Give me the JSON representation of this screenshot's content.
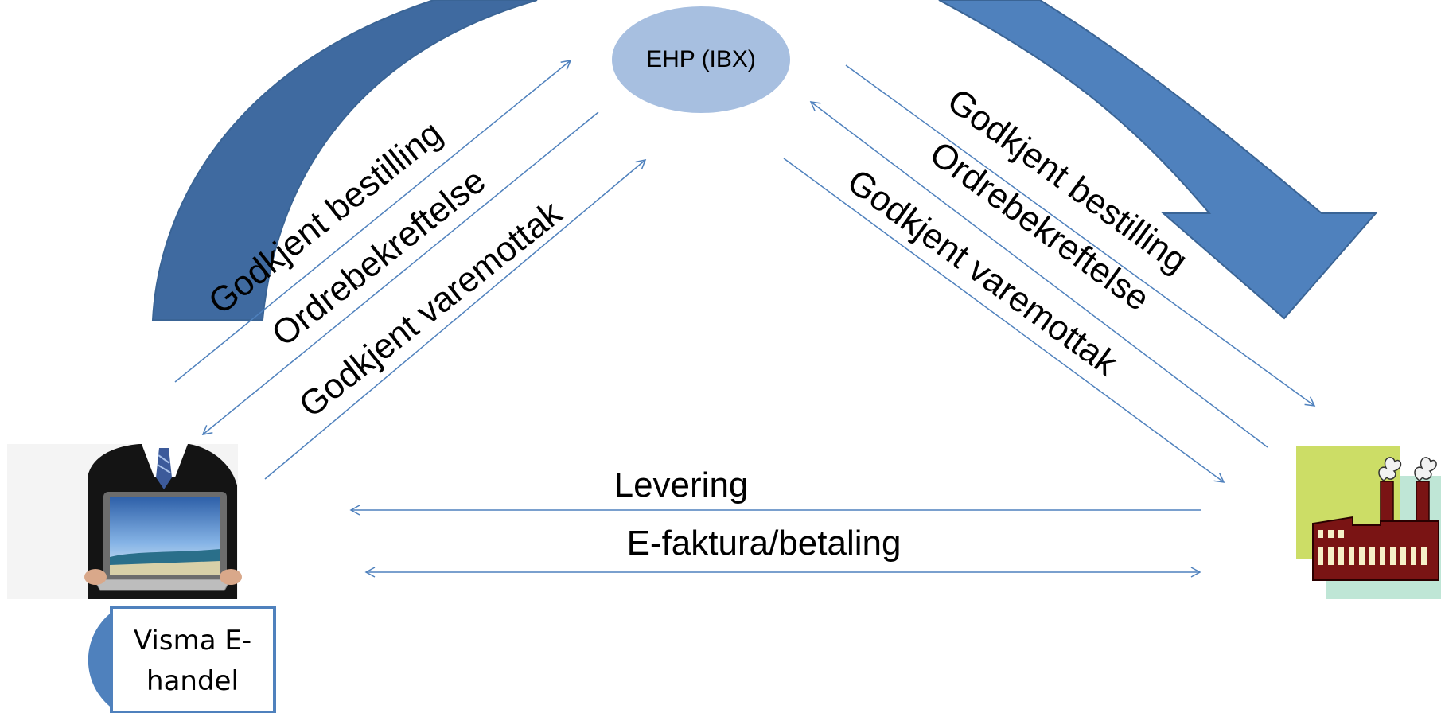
{
  "colors": {
    "arc_fill": "#4f81bd",
    "arc_stroke": "#3a6495",
    "arc_left_fill": "#3f6aa0",
    "flow_line": "#4f81bd",
    "node_fill": "#a7bfe0",
    "box_border": "#4f81bd",
    "factory_bg": "#ccdd66",
    "factory_shadow": "#bfe6d6",
    "factory_body": "#7a1414",
    "laptop_screen": "#4f8fd0"
  },
  "icons": {
    "user": "businessman-with-laptop-photo",
    "supplier": "factory-icon"
  },
  "diagram": {
    "hub": {
      "label": "EHP (IBX)"
    },
    "buyer": {
      "label_line1": "Visma E-",
      "label_line2": "handel"
    },
    "left_flows": {
      "approved_order": "Godkjent bestilling",
      "order_confirmation": "Ordrebekreftelse",
      "goods_receipt": "Godkjent varemottak"
    },
    "right_flows": {
      "approved_order": "Godkjent bestilling",
      "order_confirmation": "Ordrebekreftelse",
      "goods_receipt": "Godkjent varemottak"
    },
    "bottom_flows": {
      "delivery": "Levering",
      "invoice": "E-faktura/betaling"
    }
  }
}
